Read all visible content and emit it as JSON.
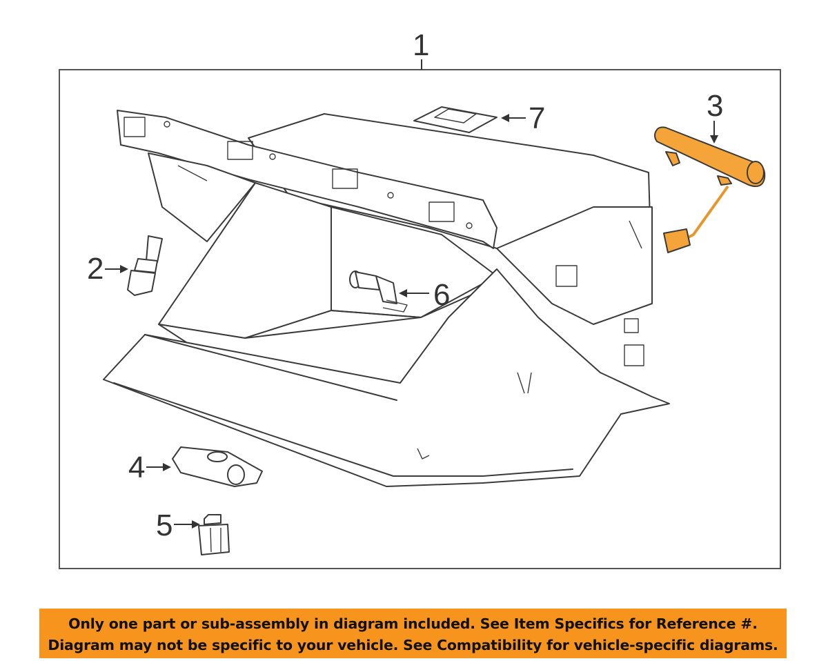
{
  "diagram": {
    "callouts": [
      {
        "id": "1",
        "label": "1"
      },
      {
        "id": "2",
        "label": "2"
      },
      {
        "id": "3",
        "label": "3"
      },
      {
        "id": "4",
        "label": "4"
      },
      {
        "id": "5",
        "label": "5"
      },
      {
        "id": "6",
        "label": "6"
      },
      {
        "id": "7",
        "label": "7"
      }
    ],
    "highlight_color": "#f5a43a"
  },
  "notice": {
    "line1": "Only one part or sub-assembly in diagram included. See Item Specifics for Reference #.",
    "line2": "Diagram may not be specific to your vehicle. See Compatibility for vehicle-specific diagrams.",
    "background": "#f7941d"
  }
}
